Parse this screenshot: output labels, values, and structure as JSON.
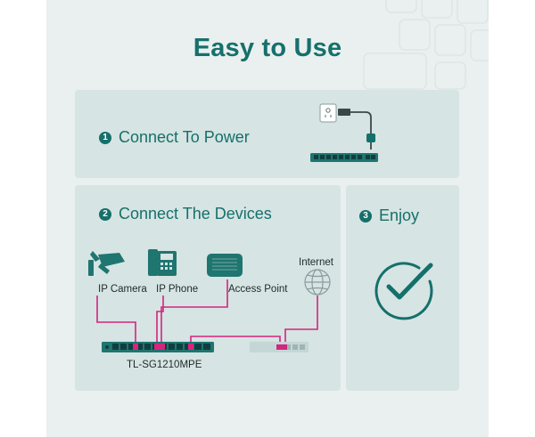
{
  "title": "Easy to Use",
  "steps": [
    {
      "num": "1",
      "label": "Connect To Power"
    },
    {
      "num": "2",
      "label": "Connect The Devices"
    },
    {
      "num": "3",
      "label": "Enjoy"
    }
  ],
  "devices": {
    "ip_camera": "IP Camera",
    "ip_phone": "IP Phone",
    "access_point": "Access Point",
    "internet": "Internet"
  },
  "switch_model": "TL-SG1210MPE",
  "colors": {
    "accent": "#15706b",
    "cable": "#d4257f",
    "card": "#d6e4e3",
    "background": "#e9f0ef"
  },
  "icons": [
    "power-outlet-icon",
    "power-plug-icon",
    "cctv-camera-icon",
    "desk-phone-icon",
    "access-point-icon",
    "globe-icon",
    "check-circle-icon"
  ]
}
